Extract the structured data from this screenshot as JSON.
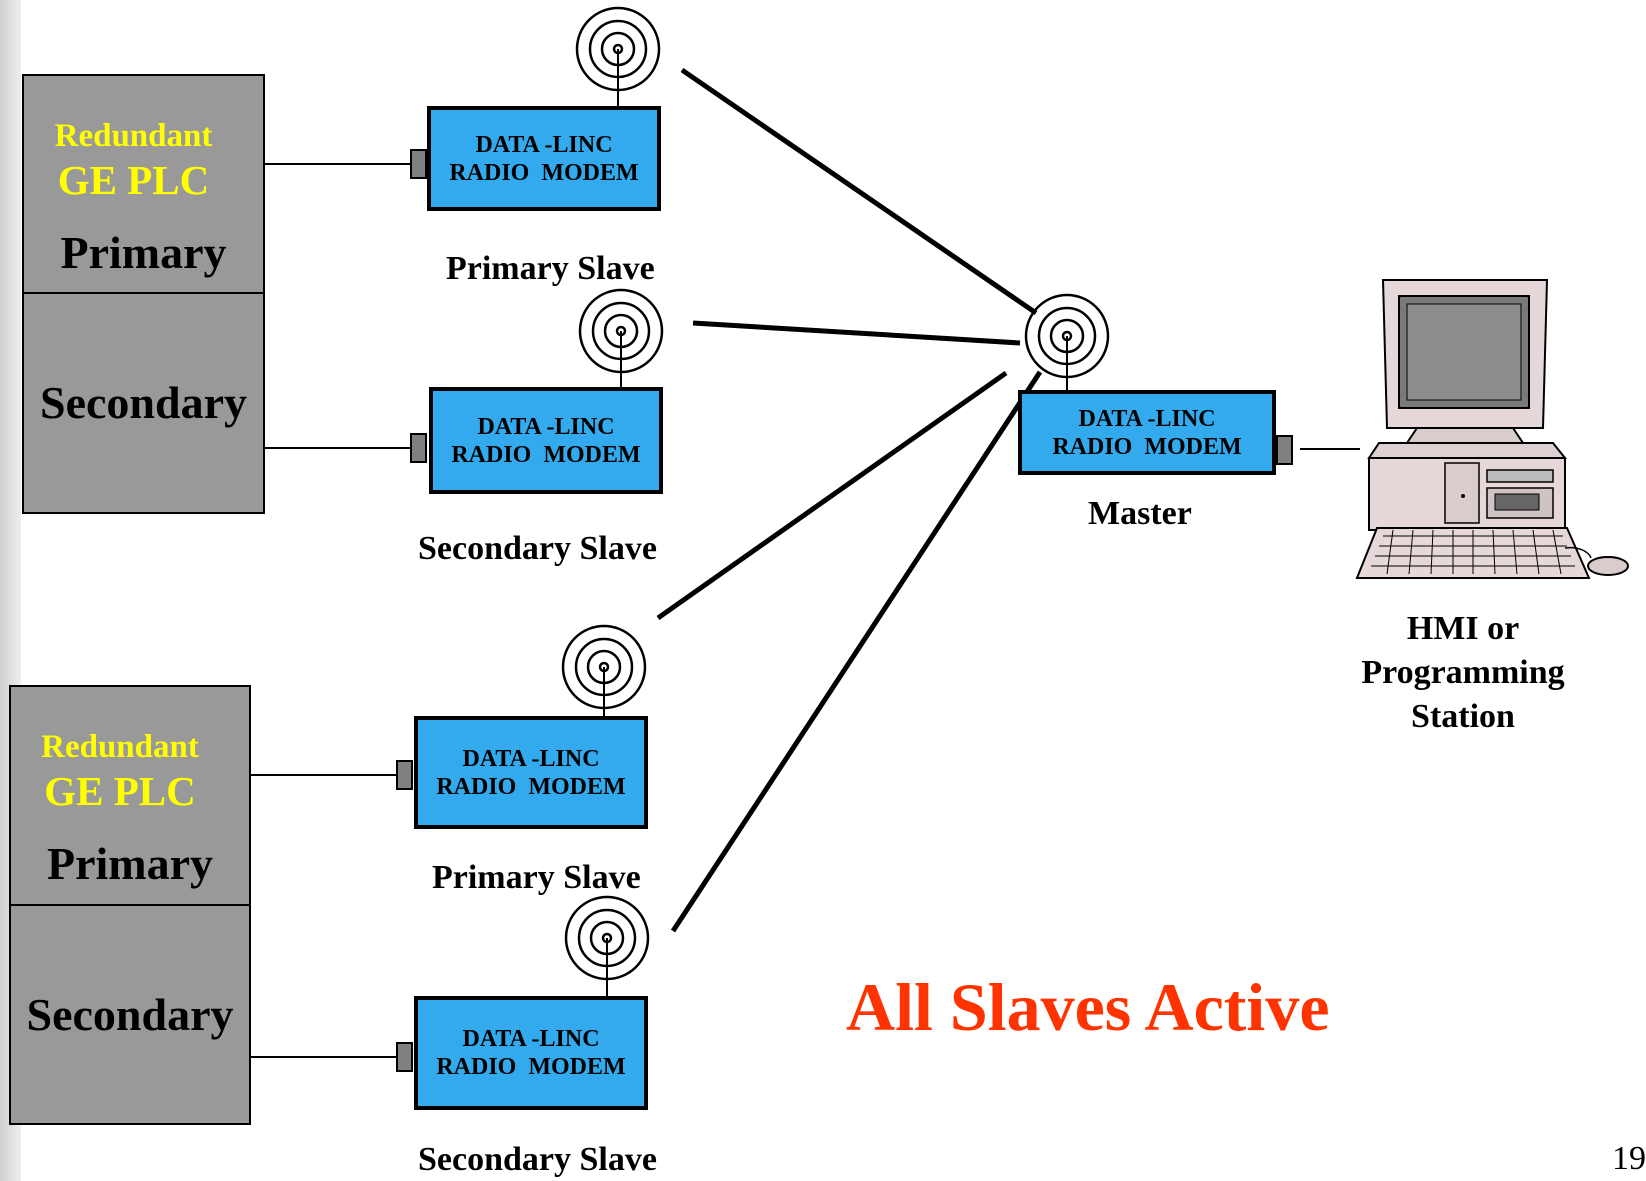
{
  "plc_groups": [
    {
      "head1": "Redundant",
      "head2": "GE PLC",
      "primary": "Primary",
      "secondary": "Secondary"
    },
    {
      "head1": "Redundant",
      "head2": "GE PLC",
      "primary": "Primary",
      "secondary": "Secondary"
    }
  ],
  "modem": {
    "line1": "DATA -LINC",
    "line2": "RADIO  MODEM"
  },
  "slaves": [
    {
      "label": "Primary Slave"
    },
    {
      "label": "Secondary Slave"
    },
    {
      "label": "Primary Slave"
    },
    {
      "label": "Secondary Slave"
    }
  ],
  "master": {
    "label": "Master"
  },
  "station": {
    "line1": "HMI or",
    "line2": "Programming",
    "line3": "Station"
  },
  "status": "All Slaves Active",
  "page_number": "19",
  "colors": {
    "plc_fill": "#999999",
    "plc_title": "#ffff00",
    "modem_fill": "#33aaee",
    "status_text": "#ff3300"
  },
  "icons": [
    "antenna-icon",
    "computer-icon"
  ]
}
